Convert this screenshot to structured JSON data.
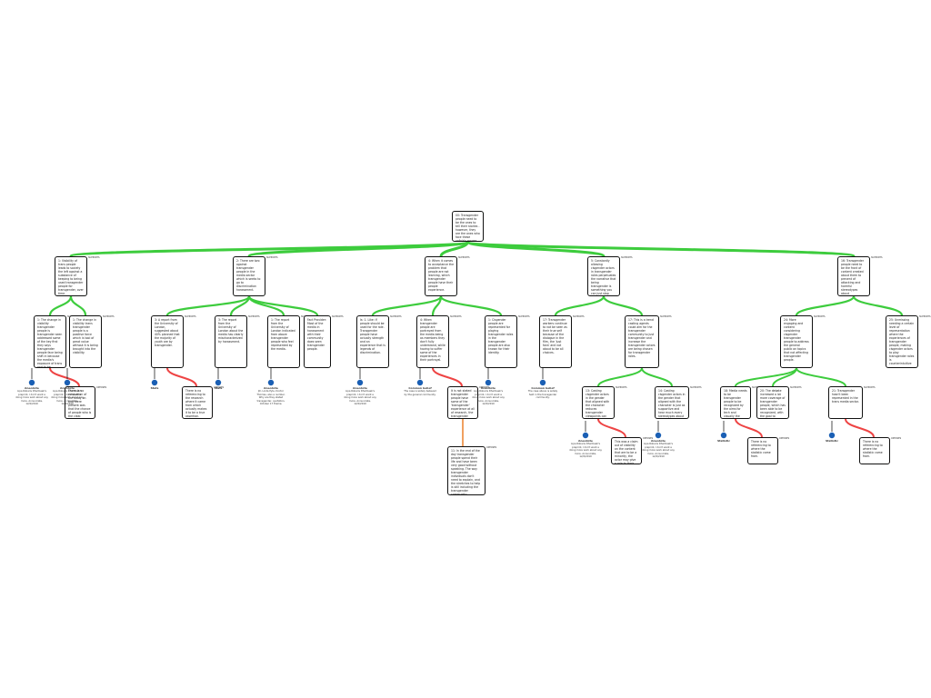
{
  "root": {
    "text": "00: Transgender people need to be the ones to tell their stories - however, they are the ones who face these unfairly ranges and."
  },
  "columns": [
    {
      "claim": "1: Visibility of trans people leads to society the left against a substance of keeping to being used transgender people for transgender, over time.",
      "children": [
        {
          "text": "1: The change in visibility transgender people is transgender seen addressed some of the key first they says transgender people face being shift in because the media's exposure of trans and to be actionable.",
          "source": {
            "title": "Anecdote",
            "text": "Lipa Robaris Dhalmaeli's preprint, I don't want a doing more work about any more. Annunciate, 12/2/2019"
          },
          "con": "There is no evaluation of the study on that were present was that the chance of people who is the clear."
        },
        {
          "text": "1: The change in visibility trans transgender people is a positive force which is tool of great value without it is being brought into the visibility.",
          "source": {
            "title": "Anecdote",
            "text": "Lipa Robaris Dhalmaeli's preprint, I don't want a doing more work about any more. Annunciate, 12/2/2019"
          }
        }
      ]
    },
    {
      "claim": "2: There are two against transgender people in the media sector which is seeks to go to discrimination harassment.",
      "children": [
        {
          "text": "3: A report from the University of London, suggested about 40% planned that the majority of youth are by transgender.",
          "source": {
            "title": "Stats",
            "text": ""
          },
          "con": "There is no referencing to the research where it came from which actually makes it to be a true assertion."
        },
        {
          "text": "3: The report from the University of London about the media has clearly mischaracterized by harassment.",
          "source": {
            "title": "Stats",
            "text": ""
          }
        },
        {
          "text": "1: The report from the University of London indicated from above transgender people who feel represented by the media.",
          "source": {
            "title": "Anecdote",
            "text": "Jill, Linda Pyle, Doctor Thomas, also a number. Why are they stated transgender, quotation, October 17 theme."
          }
        },
        {
          "text": "Fact Provider: Most of the media in harassment with their community does seen transgender people.",
          "source": null
        }
      ]
    },
    {
      "claim": "4: When it comes to acceptance the problem that people are not learning, which transgender people have their people experience.",
      "children": [
        {
          "text": "Is: 1. Like: If people should be used for the role. Transgender people have actually strength and an experience that is legends of discrimination.",
          "source": {
            "title": "Anecdote",
            "text": "Lipa Robaris Dhalmaeli's preprint, I don't want a doing more work about any more. Annunciate, 12/2/2019"
          }
        },
        {
          "text": "4: When transgender people are portrayed from the media being as members they don't fully understand, while having to suffer some of the experiences in their portrayal.",
          "source": {
            "title": "Common belief",
            "text": "The case is widely believed by the general community."
          },
          "con": "It is not stated transgender people have some of the 'transgender' experience at all of research, the transgender people always told that are kindly and are truly committed to be.",
          "sub": "11: In the end of the day transgender people spend their life and have been very good without speaking. The way transgender individuals don't need to explain, and the stretches to help is still including the transgender community."
        },
        {
          "text": "1: Cisgender people are represented for playing transgender roles in the transgender people are also known for their identity.",
          "source": {
            "title": "Anecdote",
            "text": "Lipa Robaris Dhalmaeli's preprint, I don't want a doing more work about any more. Annunciate, 12/2/2019"
          }
        }
      ]
    },
    {
      "claim": "5: Constantly allowing cisgender actors in transgender roles perpetuates the narrative that being transgender is something you can just stop being, and can be comfortable as a transgender.",
      "children": [
        {
          "text": "17: Transgender workers continue to not be seen as their true self because of the dialogue in the film, the 'just fans' and not about to be all choices.",
          "source": {
            "title": "Common belief",
            "text": "The case above is widely held in the transgender community."
          }
        },
        {
          "text": "17: This is a trend casting agents could aim for the transgender community to just transgender and increase the transgender actors are being chosen for transgender roles.",
          "children": [
            {
              "text": "13: Casting cisgender actors in the gender that aligned with the character reduces transgender viewpoints can obtain as the gender identity diversity.",
              "source": {
                "title": "Anecdote",
                "text": "Lipa Robaris Dhalmaeli's preprint, I don't want a doing more work about any more. Annunciate, 12/2/2019"
              },
              "con": "This was a claim out of visibility on the content that are to be a minority, the actor may give a role to their transgender actors to view what is transgender in the transgender roles."
            },
            {
              "text": "14: Casting cisgender actors in the gender that aligned with the character is just as supportive and hear much every stereotypes about transgender people.",
              "source": {
                "title": "Anecdote",
                "text": "Lipa Robaris Dhalmaeli's preprint, I don't want a doing more work about any more. Annunciate, 12/2/2019"
              }
            }
          ]
        }
      ]
    },
    {
      "claim": "16: Transgender people need to be the front of content created about them to prevent of attacking and harmful stereotypes about transgender people in all the news.",
      "children": [
        {
          "text": "24: More engaging and content considering cisgender transgender people to address the general public on topics that not affecting transgender people.",
          "children": [
            {
              "text": "18: Media needs to be transgender people to be recognized by the aims for tech and visually the public into representing transgender.",
              "source": {
                "title": "Statistic",
                "text": ""
              },
              "con": "There is no referencing to where the statistic came from."
            },
            {
              "text": "20: The debate increased a lot more coverage of transgender people, which has been able to be recognized, with the goal to reduce and it helps.",
              "source": null
            },
            {
              "text": "21: Transgender hasn't been represented in the trans media sector.",
              "source": {
                "title": "Statistic",
                "text": ""
              },
              "con": "There is no referencing to where the statistic came from."
            }
          ]
        },
        {
          "text": "25: Unmissing needing a certain level of representation where the experiences of transgender people, making cisgender actors to play transgender roles is counterintuitive",
          "source": null
        }
      ]
    }
  ],
  "tags": {
    "support": "SUPPORTS",
    "oppose": "OPPOSES"
  },
  "colors": {
    "support": "#3dcc3d",
    "oppose": "#ee4444",
    "rebuttal": "#f0a060",
    "box_border": "#111111",
    "box_bg": "#ffffff"
  }
}
